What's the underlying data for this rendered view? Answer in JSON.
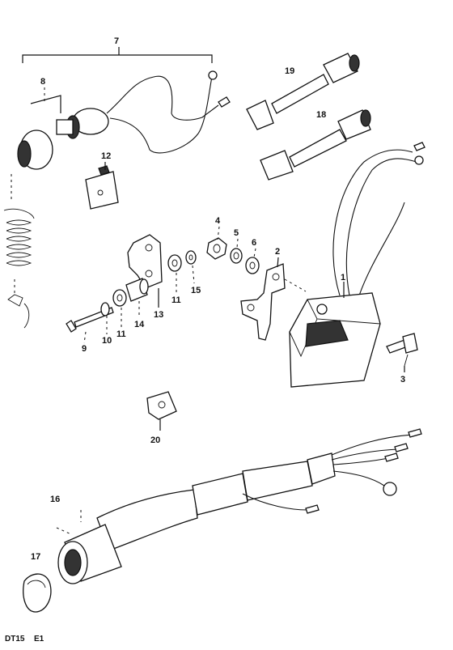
{
  "labels": {
    "p1": "1",
    "p2": "2",
    "p3": "3",
    "p4": "4",
    "p5": "5",
    "p6": "6",
    "p7": "7",
    "p8": "8",
    "p9": "9",
    "p10": "10",
    "p11a": "11",
    "p11b": "11",
    "p12": "12",
    "p13": "13",
    "p14": "14",
    "p15": "15",
    "p16": "16",
    "p17": "17",
    "p18": "18",
    "p19": "19",
    "p20": "20"
  },
  "footer": {
    "model": "DT15",
    "region": "E1"
  }
}
